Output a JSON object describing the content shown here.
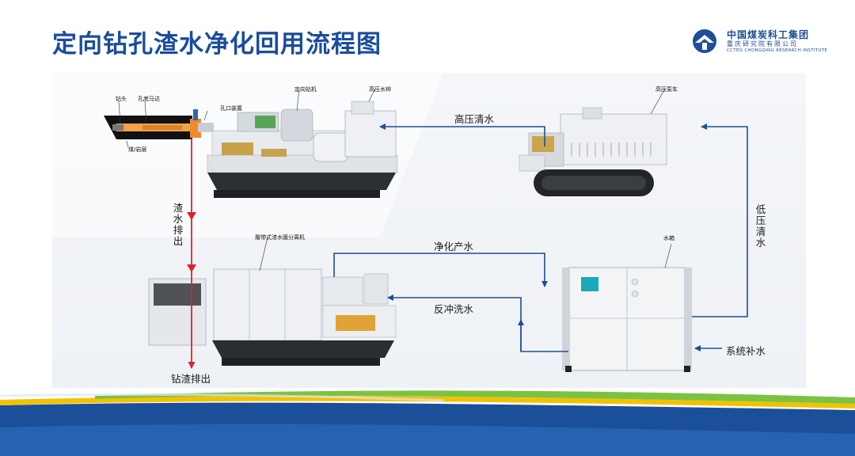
{
  "title": "定向钻孔渣水净化回用流程图",
  "logo": {
    "name_cn": "中国煤炭科工集团",
    "name_cn_sub": "重庆研究院有限公司",
    "name_en": "CCTEG CHONGQING RESEARCH INSTITUTE"
  },
  "callouts": {
    "drill_bit": "钻头",
    "hole_motor": "孔底马达",
    "coal_rock": "煤/岩层",
    "orifice_device": "孔口装置",
    "directional_drill": "定向钻机",
    "hp_swivel": "高压水辫",
    "hp_pump_truck": "高压泵车",
    "separator": "履带式渣水膜分离机",
    "water_tank": "水箱"
  },
  "flows": {
    "hp_clean_water": "高压清水",
    "slag_water_discharge": "渣水排出",
    "purified_water": "净化产水",
    "backwash_water": "反冲洗水",
    "lp_clean_water": "低压清水",
    "system_makeup": "系统补水",
    "cuttings_discharge": "钻渣排出"
  },
  "colors": {
    "title": "#1a4d9c",
    "flow_blue": "#1f4e96",
    "flow_red": "#e0202a",
    "band_blue": "#1b4f9a",
    "band_yellow": "#f2c200",
    "band_green": "#7cc242",
    "machine_body": "#eceff3"
  }
}
